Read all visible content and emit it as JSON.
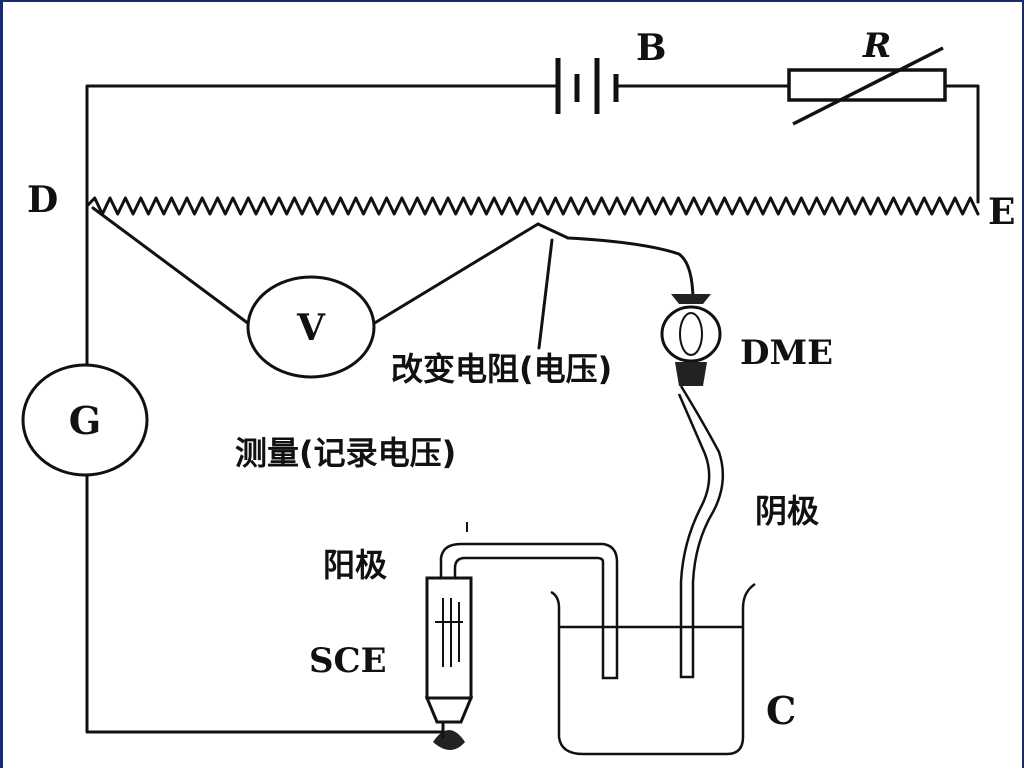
{
  "labels": {
    "B": "B",
    "R": "R",
    "D": "D",
    "E": "E",
    "V": "V",
    "G": "G",
    "DME": "DME",
    "SCE": "SCE",
    "C": "C"
  },
  "annotations": {
    "change_resistance": "改变电阻(电压)",
    "measure": "测量(记录电压)",
    "cathode": "阴极",
    "anode": "阳极"
  },
  "colors": {
    "line": "#111111",
    "frame_border": "#1a2a6c"
  }
}
